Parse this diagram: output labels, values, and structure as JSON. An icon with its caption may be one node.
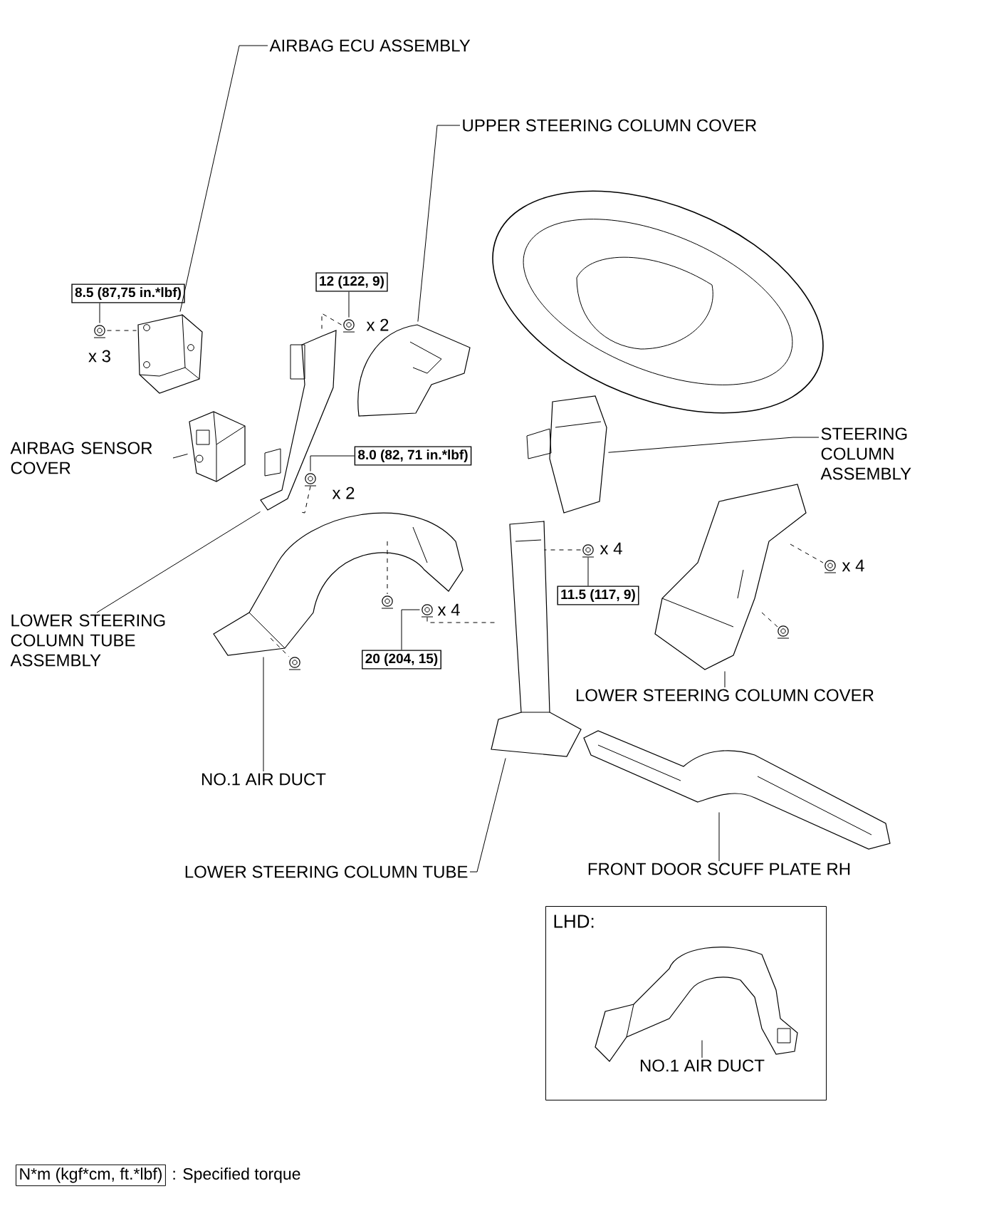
{
  "diagram": {
    "nodes": [
      {
        "text": [
          "AIRBAG ECU ASSEMBLY"
        ]
      },
      {
        "text": [],
        "shape": "picture"
      },
      {
        "text": [],
        "shape": "picture"
      },
      {
        "text": [
          "8.5 (87,75 in.*lbf)"
        ]
      },
      {
        "text": [
          "UPPER STEERING COLUMN COVER"
        ]
      },
      {
        "text": [],
        "shape": "picture"
      },
      {
        "text": [
          "12 (122, 9)"
        ]
      },
      {
        "text": [],
        "shape": "picture"
      },
      {
        "text": [
          "AIRBAG SENSOR COVER"
        ]
      },
      {
        "text": [],
        "shape": "picture"
      },
      {
        "text": [
          "8.0 (82, 71 in.*lbf)"
        ]
      },
      {
        "text": [],
        "shape": "picture"
      },
      {
        "text": [
          "STEERING COLUMN ASSEMBLY"
        ]
      },
      {
        "text": [],
        "shape": "picture"
      },
      {
        "text": [],
        "shape": "picture"
      },
      {
        "text": [
          "11.5 (117, 9)"
        ]
      },
      {
        "text": [
          "LOWER STEERING COLUMN TUBE ASSEMBLY"
        ]
      },
      {
        "text": [],
        "shape": "picture"
      },
      {
        "text": [],
        "shape": "picture"
      },
      {
        "text": [],
        "shape": "picture"
      },
      {
        "text": [
          "20 (204, 15)"
        ]
      },
      {
        "text": [],
        "shape": "picture"
      },
      {
        "text": [
          "LOWER STEERING COLUMN COVER"
        ]
      },
      {
        "text": [
          "NO.1 AIR DUCT"
        ]
      },
      {
        "text": [],
        "shape": "picture"
      },
      {
        "text": [
          "LOWER STEERING COLUMN TUBE"
        ]
      },
      {
        "text": [],
        "shape": "picture"
      },
      {
        "text": [
          "FRONT DOOR SCUFF PLATE RH"
        ]
      },
      {
        "text": [
          "LHD:"
        ]
      },
      {
        "text": [],
        "shape": "picture",
        "in": 28
      },
      {
        "text": [
          "NO.1 AIR DUCT"
        ],
        "in": 28
      },
      {
        "text": [
          "N*m (kgf*cm, ft.*lbf)"
        ],
        "beside": [
          ": Specified torque"
        ]
      }
    ],
    "edges": [
      {
        "from": 0,
        "to": 1,
        "arrow": "none"
      },
      {
        "from": 3,
        "to": 2,
        "arrow": "none"
      },
      {
        "from": 4,
        "to": 5,
        "arrow": "none"
      },
      {
        "from": 6,
        "to": 7,
        "arrow": "none"
      },
      {
        "from": 8,
        "to": 9,
        "arrow": "none"
      },
      {
        "from": 10,
        "to": 11,
        "arrow": "none"
      },
      {
        "from": 12,
        "to": 13,
        "arrow": "none"
      },
      {
        "from": 15,
        "to": 14,
        "arrow": "none"
      },
      {
        "from": 16,
        "to": 17,
        "arrow": "none"
      },
      {
        "from": 20,
        "to": 19,
        "arrow": "none"
      },
      {
        "from": 22,
        "to": 21,
        "arrow": "none"
      },
      {
        "from": 23,
        "to": 18,
        "arrow": "none"
      },
      {
        "from": 25,
        "to": 24,
        "arrow": "none"
      },
      {
        "from": 27,
        "to": 26,
        "arrow": "none"
      },
      {
        "from": 30,
        "to": 29,
        "arrow": "none"
      },
      {
        "from": 2,
        "to": 1,
        "arrow": "none",
        "style": "dashed"
      },
      {
        "from": 7,
        "to": 17,
        "arrow": "none",
        "style": "dashed"
      },
      {
        "from": 11,
        "to": 17,
        "arrow": "none",
        "style": "dashed"
      },
      {
        "from": 14,
        "to": 24,
        "arrow": "none",
        "style": "dashed"
      },
      {
        "from": 19,
        "to": 24,
        "arrow": "none",
        "style": "dashed"
      }
    ],
    "labels": [
      "x 2",
      "x 3",
      "x 2",
      "x 4",
      "x 4",
      "x 4"
    ]
  }
}
